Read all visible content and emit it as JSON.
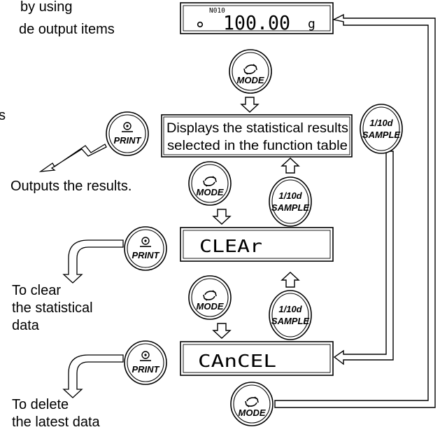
{
  "texts": {
    "top_left_line1": "by using",
    "top_left_line2": "de output items",
    "left_fragment": "s",
    "outputs": "Outputs the results.",
    "clear_line1": "To clear",
    "clear_line2": "the statistical",
    "clear_line3": "data",
    "delete_line1": "To delete",
    "delete_line2": "the latest data"
  },
  "display_top": {
    "counter": "N010",
    "dot": "o",
    "value": "100.00",
    "unit": "g"
  },
  "stat_box": {
    "line1": "Displays the statistical results",
    "line2": "selected in the function table"
  },
  "display_clear": "CLEAr",
  "display_cancel": "CAnCEL",
  "keys": {
    "mode": "MODE",
    "print": "PRINT",
    "sample_top": "1/10d",
    "sample_bottom": "SAMPLE"
  },
  "icons": {
    "mode": "cycle-arrows-icon",
    "print": "print-circle-icon",
    "output": "lightning-arrow-icon"
  }
}
